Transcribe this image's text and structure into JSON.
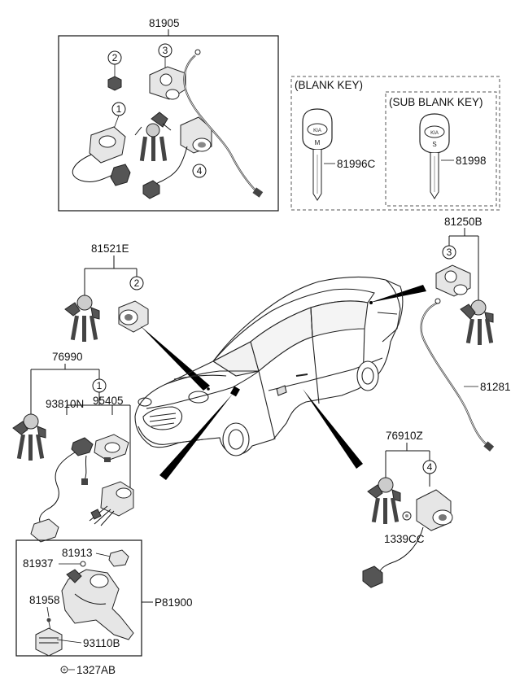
{
  "labels": {
    "top_assembly": "81905",
    "blank_key_box": "(BLANK KEY)",
    "sub_blank_key_box": "(SUB BLANK KEY)",
    "blank_key": "81996C",
    "sub_blank_key": "81998",
    "door_lock_set": "81521E",
    "trunk_lock_set": "81250B",
    "trunk_cable": "81281",
    "ignition_set": "76990",
    "immobilizer_coil": "93810N",
    "immobilizer_unit": "95405",
    "door_lock_set_front": "76910Z",
    "clip": "1339CC",
    "lock_body": "P81900",
    "screw_a": "81913",
    "bolt_a": "81937",
    "bolt_b": "81958",
    "switch": "93110B",
    "nut": "1327AB"
  },
  "callouts": {
    "c1": "1",
    "c2": "2",
    "c3": "3",
    "c4": "4"
  },
  "key_marks": {
    "master": "M",
    "sub": "S"
  },
  "colors": {
    "line": "#111111",
    "part_fill": "#e6e6e6",
    "box_border": "#555555"
  }
}
